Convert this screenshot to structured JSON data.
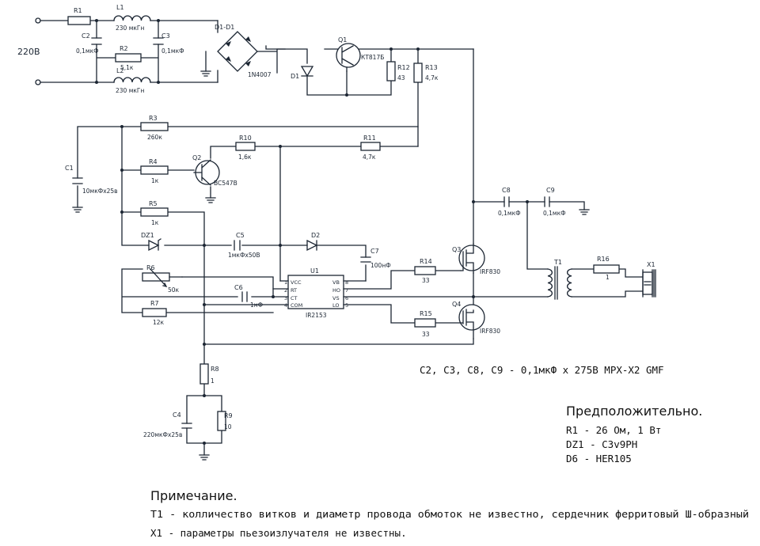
{
  "input_label": "220В",
  "components": {
    "R1": {
      "ref": "R1",
      "value": ""
    },
    "L1": {
      "ref": "L1",
      "value": "230 мкГн"
    },
    "L2": {
      "ref": "L2",
      "value": "230 мкГн"
    },
    "C2": {
      "ref": "C2",
      "value": "0,1мкФ"
    },
    "C3": {
      "ref": "C3",
      "value": "0,1мкФ"
    },
    "R2": {
      "ref": "R2",
      "value": "5,1к"
    },
    "D1": {
      "ref": "D1-D1",
      "value": "1N4007"
    },
    "Q1": {
      "ref": "Q1",
      "value": "КТ817Б"
    },
    "LED": {
      "ref": "D1",
      "value": ""
    },
    "R12": {
      "ref": "R12",
      "value": "43"
    },
    "R13": {
      "ref": "R13",
      "value": "4,7к"
    },
    "R3": {
      "ref": "R3",
      "value": "260к"
    },
    "C1": {
      "ref": "C1",
      "value": "10мкФх25в"
    },
    "R10": {
      "ref": "R10",
      "value": "1,6к"
    },
    "R11": {
      "ref": "R11",
      "value": "4,7к"
    },
    "R4": {
      "ref": "R4",
      "value": "1к"
    },
    "Q2": {
      "ref": "Q2",
      "value": "BC547B"
    },
    "R5": {
      "ref": "R5",
      "value": "1к"
    },
    "DZ1": {
      "ref": "DZ1",
      "value": ""
    },
    "C5": {
      "ref": "C5",
      "value": "1мкФх50В"
    },
    "D2": {
      "ref": "D2",
      "value": ""
    },
    "C7": {
      "ref": "C7",
      "value": "100нФ"
    },
    "U1": {
      "ref": "U1",
      "value": "IR2153"
    },
    "R6": {
      "ref": "R6",
      "value": "50к"
    },
    "C6": {
      "ref": "C6",
      "value": "1нФ"
    },
    "R7": {
      "ref": "R7",
      "value": "12к"
    },
    "R14": {
      "ref": "R14",
      "value": "33"
    },
    "R15": {
      "ref": "R15",
      "value": "33"
    },
    "Q3": {
      "ref": "Q3",
      "value": "IRF830"
    },
    "Q4": {
      "ref": "Q4",
      "value": "IRF830"
    },
    "C8": {
      "ref": "C8",
      "value": "0,1мкФ"
    },
    "C9": {
      "ref": "C9",
      "value": "0,1мкФ"
    },
    "T1": {
      "ref": "T1",
      "value": ""
    },
    "R16": {
      "ref": "R16",
      "value": "1"
    },
    "X1": {
      "ref": "X1",
      "value": ""
    },
    "R8": {
      "ref": "R8",
      "value": "1"
    },
    "C4": {
      "ref": "C4",
      "value": "220мкФх25в"
    },
    "R9": {
      "ref": "R9",
      "value": "10"
    }
  },
  "ic_pins": {
    "left": [
      {
        "name": "VCC",
        "num": "1"
      },
      {
        "name": "RT",
        "num": "2"
      },
      {
        "name": "CT",
        "num": "3"
      },
      {
        "name": "COM",
        "num": "4"
      }
    ],
    "right": [
      {
        "name": "VB",
        "num": "8"
      },
      {
        "name": "HO",
        "num": "7"
      },
      {
        "name": "VS",
        "num": "6"
      },
      {
        "name": "LO",
        "num": "5"
      }
    ]
  },
  "capacitor_note": "C2, C3, C8, C9 - 0,1мкФ х 275В MPX-X2 GMF",
  "assumed": {
    "title": "Предположительно.",
    "lines": [
      "R1 - 26 Ом, 1 Вт",
      "DZ1 - C3v9PH",
      "D6 - HER105"
    ]
  },
  "note": {
    "title": "Примечание.",
    "lines": [
      "Т1 - колличество витков и диаметр провода обмоток не известно, сердечник ферритовый Ш-образный",
      "X1 - параметры пьезоизлучателя не известны."
    ]
  }
}
